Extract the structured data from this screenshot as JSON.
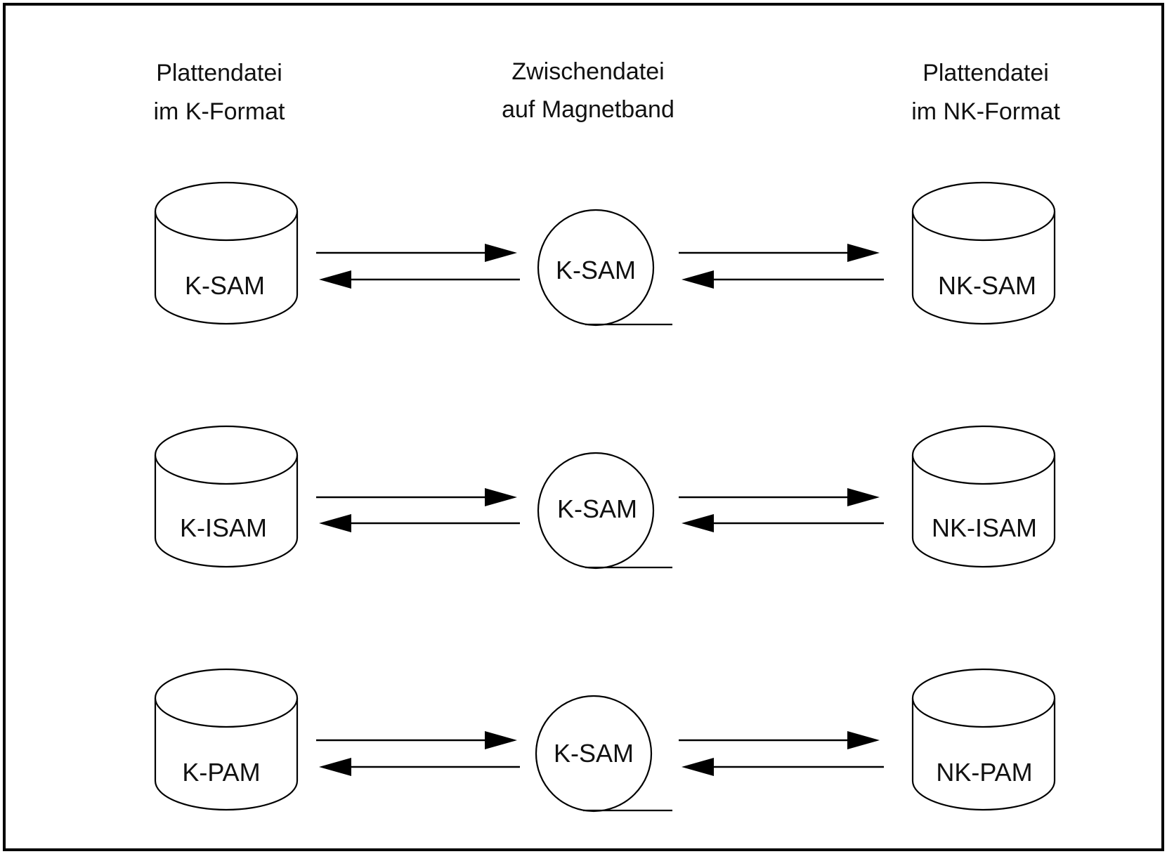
{
  "headers": {
    "left": [
      "Plattendatei",
      "im K-Format"
    ],
    "middle": [
      "Zwischendatei",
      "auf Magnetband"
    ],
    "right": [
      "Plattendatei",
      "im NK-Format"
    ]
  },
  "rows": [
    {
      "left_label": "K-SAM",
      "tape_label": "K-SAM",
      "right_label": "NK-SAM"
    },
    {
      "left_label": "K-ISAM",
      "tape_label": "K-SAM",
      "right_label": "NK-ISAM"
    },
    {
      "left_label": "K-PAM",
      "tape_label": "K-SAM",
      "right_label": "NK-PAM"
    }
  ]
}
